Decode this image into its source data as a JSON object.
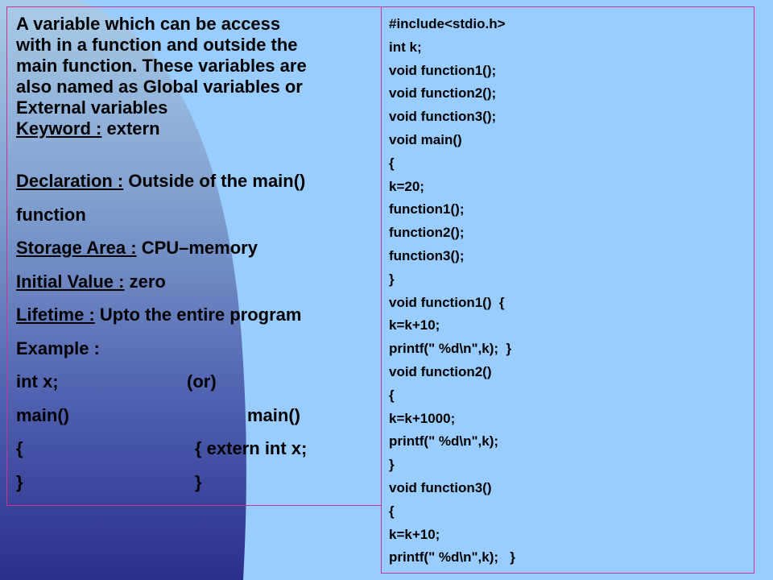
{
  "left": {
    "intro_lines": [
      "A variable which can be access",
      "with in a function and outside the",
      "main function. These variables are",
      "also named as Global variables or",
      "External variables"
    ],
    "keyword": {
      "label": "Keyword :",
      "value": " extern"
    },
    "declaration": {
      "label": "Declaration :",
      "value": " Outside of the  main()",
      "value_cont": "function"
    },
    "storage": {
      "label": "Storage Area :",
      "value": " CPU–memory"
    },
    "initial": {
      "label": "Initial Value :",
      "value": " zero"
    },
    "lifetime": {
      "label": "Lifetime :",
      "value": " Upto the entire program"
    },
    "example_heading": "Example :",
    "example": {
      "line1_left": "int x;",
      "line1_right": "(or)",
      "line2_left": "main()",
      "line2_right": "main()",
      "line3_left": "{",
      "line3_right": "{  extern int x;",
      "line4_left": "}",
      "line4_right": "}"
    }
  },
  "code_lines": [
    "#include<stdio.h>",
    "int k;",
    "void function1();",
    "void function2();",
    "void function3();",
    "void main()",
    "{",
    "k=20;",
    "function1();",
    "function2();",
    "function3();",
    "}",
    "void function1()  {",
    "k=k+10;",
    "printf(\" %d\\n\",k);  }",
    "void function2()",
    "{",
    "k=k+1000;",
    "printf(\" %d\\n\",k);",
    "}",
    "void function3()",
    "{",
    "k=k+10;",
    "printf(\" %d\\n\",k);   }"
  ],
  "colors": {
    "background": "#99ccff",
    "panel_border": "#cc3399",
    "gradient_top": "#a8cce8",
    "gradient_bottom": "#2a2f8c"
  }
}
